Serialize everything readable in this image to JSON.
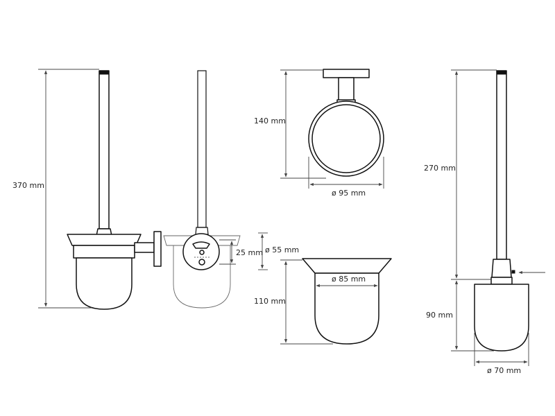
{
  "dimensions": {
    "total_height": "370 mm",
    "cup_depth": "25 mm",
    "cup_diameter": "ø 55 mm",
    "ring_height": "140 mm",
    "ring_diameter": "ø 95 mm",
    "bowl_height": "110 mm",
    "bowl_diameter": "ø 85 mm",
    "brush_handle_length": "270 mm",
    "brush_head_height": "90 mm",
    "brush_head_diameter": "ø 70 mm"
  },
  "colors": {
    "line": "#111111",
    "dimension": "#444444",
    "background": "#ffffff"
  }
}
